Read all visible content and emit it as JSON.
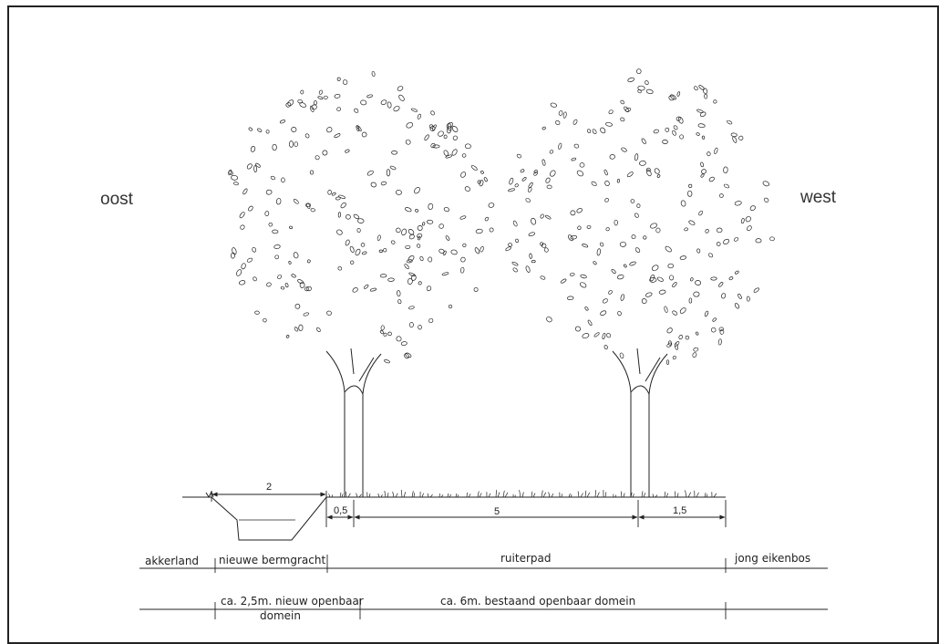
{
  "directions": {
    "left": "oost",
    "right": "west"
  },
  "dimensions": {
    "ditch_width": "2",
    "verge": "0,5",
    "path_width": "5",
    "margin_west": "1,5"
  },
  "zones": {
    "akkerland": "akkerland",
    "bermgracht": "nieuwe bermgracht",
    "ruiterpad": "ruiterpad",
    "eikenbos": "jong eikenbos"
  },
  "ownership": {
    "new_domain_line1": "ca. 2,5m. nieuw openbaar",
    "new_domain_line2": "domein",
    "existing_domain": "ca. 6m. bestaand openbaar domein"
  },
  "colors": {
    "ink": "#222222",
    "paper": "#ffffff"
  }
}
